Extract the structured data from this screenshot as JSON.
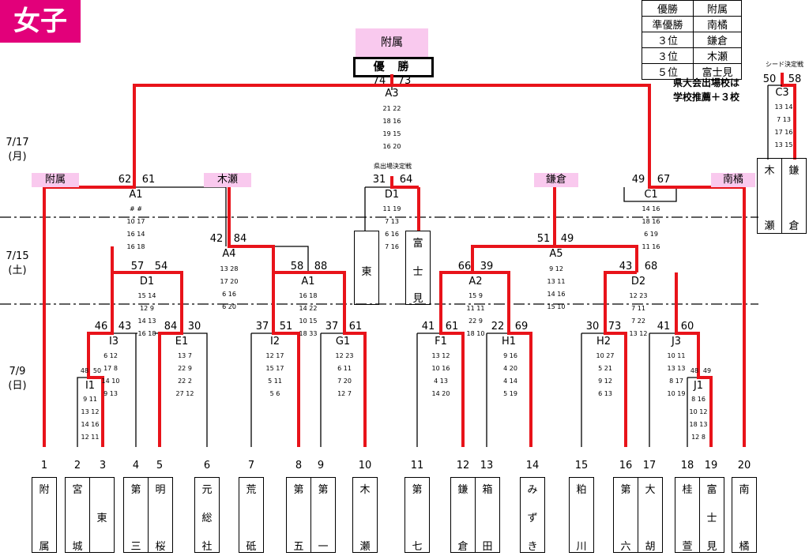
{
  "title": "女子",
  "champion": {
    "school": "附属",
    "label": "優 勝"
  },
  "results_table": [
    {
      "rank": "優勝",
      "school": "附属"
    },
    {
      "rank": "準優勝",
      "school": "南橘"
    },
    {
      "rank": "３位",
      "school": "鎌倉"
    },
    {
      "rank": "３位",
      "school": "木瀬"
    },
    {
      "rank": "５位",
      "school": "富士見"
    }
  ],
  "results_note": [
    "県大会出場校は",
    "学校推薦＋３校"
  ],
  "seed_decider": {
    "label": "シード決定戦",
    "id": "C3",
    "scores": [
      "50",
      "58"
    ],
    "sets": [
      "13 14",
      "7 13",
      "17 16",
      "13 15"
    ],
    "teams": [
      [
        "木",
        "瀬"
      ],
      [
        "鎌",
        "倉"
      ]
    ]
  },
  "prefecture_decider_label": "県出場決定戦",
  "dates": [
    [
      "7/17",
      "(月)"
    ],
    [
      "7/15",
      "(土)"
    ],
    [
      "7/9",
      "(日)"
    ]
  ],
  "games": {
    "A3": {
      "id": "A3",
      "scores": [
        "74",
        "73"
      ],
      "sets": [
        "21 22",
        "18 16",
        "19 15",
        "16 20"
      ]
    },
    "A1": {
      "id": "A1",
      "scores": [
        "62",
        "61"
      ],
      "sets": [
        "# #",
        "10 17",
        "16 14",
        "16 18"
      ]
    },
    "D1top": {
      "id": "D1",
      "scores": [
        "31",
        "64"
      ],
      "sets": [
        "11 19",
        "7 13",
        "6 16",
        "7 16"
      ]
    },
    "C1": {
      "id": "C1",
      "scores": [
        "49",
        "67"
      ],
      "sets": [
        "14 16",
        "18 16",
        "6 19",
        "11 16"
      ]
    },
    "A4": {
      "id": "A4",
      "scores": [
        "42",
        "84"
      ],
      "sets": [
        "13 28",
        "17 20",
        "6 16",
        "6 20"
      ]
    },
    "A5": {
      "id": "A5",
      "scores": [
        "51",
        "49"
      ],
      "sets": [
        "9 12",
        "13 11",
        "14 16",
        "15 10"
      ]
    },
    "D1l": {
      "id": "D1",
      "scores": [
        "57",
        "54"
      ],
      "sets": [
        "15 14",
        "12 9",
        "14 13",
        "16 18"
      ]
    },
    "A1l": {
      "id": "A1",
      "scores": [
        "58",
        "88"
      ],
      "sets": [
        "16 18",
        "14 22",
        "10 15",
        "18 33"
      ]
    },
    "A2": {
      "id": "A2",
      "scores": [
        "66",
        "39"
      ],
      "sets": [
        "15 9",
        "11 11",
        "22 9",
        "18 10"
      ]
    },
    "D2": {
      "id": "D2",
      "scores": [
        "43",
        "68"
      ],
      "sets": [
        "12 23",
        "7 11",
        "7 22",
        "13 12"
      ]
    },
    "I3": {
      "id": "I3",
      "scores": [
        "46",
        "43"
      ],
      "sets": [
        "6 12",
        "17 8",
        "14 10",
        "9 13"
      ]
    },
    "E1": {
      "id": "E1",
      "scores": [
        "84",
        "30"
      ],
      "sets": [
        "13 7",
        "22 9",
        "22 2",
        "27 12"
      ]
    },
    "I2": {
      "id": "I2",
      "scores": [
        "37",
        "51"
      ],
      "sets": [
        "12 17",
        "15 17",
        "5 11",
        "5 6"
      ]
    },
    "G1": {
      "id": "G1",
      "scores": [
        "37",
        "61"
      ],
      "sets": [
        "12 23",
        "6 11",
        "7 20",
        "12 7"
      ]
    },
    "F1": {
      "id": "F1",
      "scores": [
        "41",
        "61"
      ],
      "sets": [
        "13 12",
        "10 16",
        "4 13",
        "14 20"
      ]
    },
    "H1": {
      "id": "H1",
      "scores": [
        "22",
        "69"
      ],
      "sets": [
        "9 16",
        "4 20",
        "4 14",
        "5 19"
      ]
    },
    "H2": {
      "id": "H2",
      "scores": [
        "30",
        "73"
      ],
      "sets": [
        "10 27",
        "5 21",
        "9 12",
        "6 13"
      ]
    },
    "J3": {
      "id": "J3",
      "scores": [
        "41",
        "60"
      ],
      "sets": [
        "10 11",
        "13 13",
        "8 17",
        "10 19"
      ]
    },
    "I1": {
      "id": "I1",
      "scores": [
        "48",
        "50"
      ],
      "sets": [
        "9 11",
        "13 12",
        "14 16",
        "12 11"
      ]
    },
    "J1": {
      "id": "J1",
      "scores": [
        "48",
        "49"
      ],
      "sets": [
        "8 16",
        "10 12",
        "18 13",
        "12 8"
      ]
    }
  },
  "bracket_labels": {
    "fuzoku": "附属",
    "kise": "木瀬",
    "kamakura": "鎌倉",
    "nankitsu": "南橘"
  },
  "final_pair": {
    "left": "東",
    "right": [
      "富",
      "士",
      "見"
    ]
  },
  "numbers": [
    "1",
    "2",
    "3",
    "4",
    "5",
    "6",
    "7",
    "8",
    "9",
    "10",
    "11",
    "12",
    "13",
    "14",
    "15",
    "16",
    "17",
    "18",
    "19",
    "20"
  ],
  "teams": [
    [
      "附",
      "属"
    ],
    [
      "宮",
      "城"
    ],
    [
      "東"
    ],
    [
      "第",
      "三"
    ],
    [
      "明",
      "桜"
    ],
    [
      "元",
      "総",
      "社"
    ],
    [
      "荒",
      "砥"
    ],
    [
      "第",
      "五"
    ],
    [
      "第",
      "一"
    ],
    [
      "木",
      "瀬"
    ],
    [
      "第",
      "七"
    ],
    [
      "鎌",
      "倉"
    ],
    [
      "箱",
      "田"
    ],
    [
      "み",
      "ず",
      "き"
    ],
    [
      "粕",
      "川"
    ],
    [
      "第",
      "六"
    ],
    [
      "大",
      "胡"
    ],
    [
      "桂",
      "萱"
    ],
    [
      "富",
      "士",
      "見"
    ],
    [
      "南",
      "橘"
    ]
  ],
  "colors": {
    "badge": "#e2007a",
    "pink": "#f9c9ee",
    "winner_line": "#e8131a",
    "line": "#000000"
  }
}
